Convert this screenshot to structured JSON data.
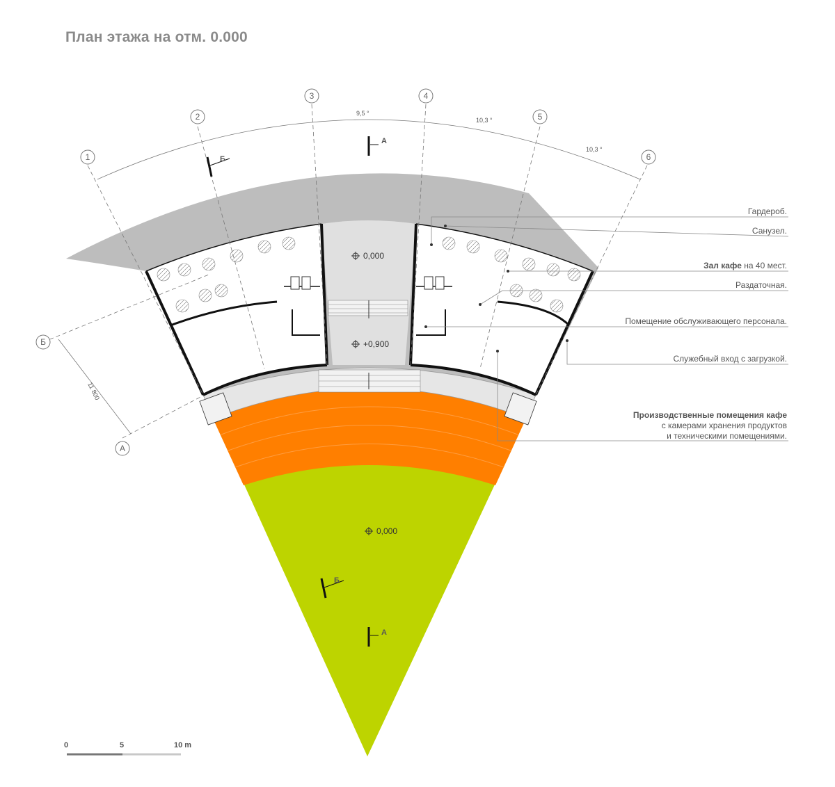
{
  "title": "План этажа на отм. 0.000",
  "axes": {
    "numeric": [
      "1",
      "2",
      "3",
      "4",
      "5",
      "6"
    ],
    "letters": [
      "А",
      "Б"
    ]
  },
  "dimensions": {
    "angle_3_4": "9,5 °",
    "angle_4_5": "10,3 °",
    "angle_5_6": "10,3 °",
    "radial": "11 800"
  },
  "levels": {
    "upper_passage": "0,000",
    "lower_passage": "+0,900",
    "plaza": "0,000"
  },
  "sections": {
    "a": "А",
    "b": "Б"
  },
  "legend": [
    {
      "bold": "",
      "text": "Гардероб."
    },
    {
      "bold": "",
      "text": "Санузел."
    },
    {
      "bold": "Зал кафе",
      "text": " на 40 мест."
    },
    {
      "bold": "",
      "text": "Раздаточная."
    },
    {
      "bold": "",
      "text": "Помещение обслуживающего персонала."
    },
    {
      "bold": "",
      "text": "Служебный вход с загрузкой."
    },
    {
      "bold": "Производственные помещения кафе",
      "text": "",
      "line2": "с камерами хранения продуктов",
      "line3": "и техническими помещениями."
    }
  ],
  "scale": {
    "t0": "0",
    "t1": "5",
    "t2": "10 m"
  },
  "colors": {
    "plaza": "#BDD400",
    "steps": "#FF7F00",
    "shadow": "#BDBDBD",
    "wall": "#111111"
  }
}
